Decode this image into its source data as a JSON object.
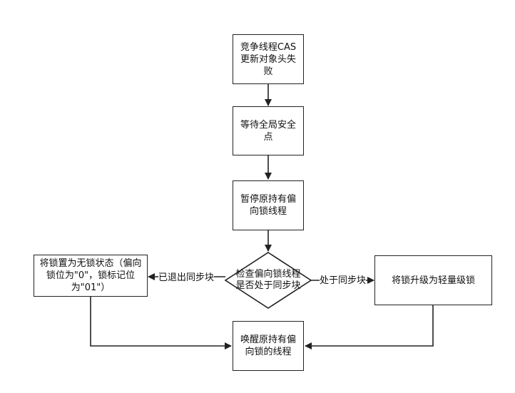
{
  "nodes": {
    "cas_fail": "竞争线程CAS更新对象头失败",
    "safepoint": "等待全局安全点",
    "pause": "暂停原持有偏向锁线程",
    "check": "检查偏向锁线程是否处于同步块",
    "set_nolock": "将锁置为无锁状态（偏向锁位为\"0\"，锁标记位为\"01\"）",
    "upgrade": "将锁升级为轻量级锁",
    "wake": "唤醒原持有偏向锁的线程"
  },
  "edges": {
    "exited_label": "已退出同步块",
    "in_block_label": "处于同步块"
  }
}
